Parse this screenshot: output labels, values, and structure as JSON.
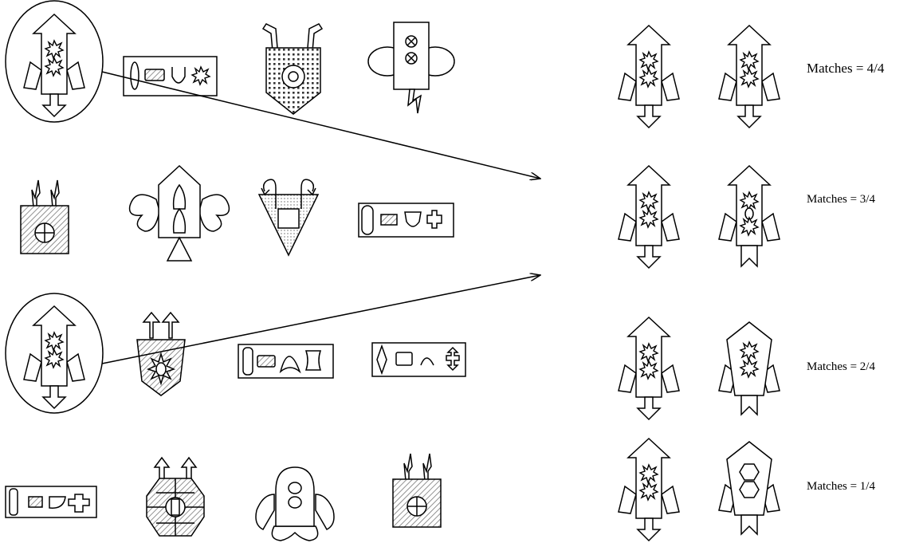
{
  "comparisons": [
    {
      "label": "Matches = 4/4"
    },
    {
      "label": "Matches = 3/4"
    },
    {
      "label": "Matches = 2/4"
    },
    {
      "label": "Matches = 1/4"
    }
  ],
  "colors": {
    "stroke": "#000000",
    "background": "#ffffff",
    "texture": "#888888"
  },
  "icons": {
    "source_grid": [
      [
        "rocket-star-body-icon",
        "panel-oval-square-cup-star-icon",
        "shield-speckled-target-icon",
        "box-two-circles-wings-bolt-icon"
      ],
      [
        "box-hatched-bolts-circle-icon",
        "rocket-wings-triangle-icon",
        "triangle-hooks-speckled-icon",
        "panel-oval-square-shield-cross-icon"
      ],
      [
        "rocket-star-body-icon",
        "pentagon-sun-arrows-icon",
        "panel-oval-square-arch-gear-icon",
        "panel-diamond-square-arch-arrow-icon"
      ],
      [
        "panel-rect-square-bowl-cross-icon",
        "hexagon-grid-arrows-icon",
        "ghost-two-circles-wings-icon",
        "box-hatched-bolts-circle-icon"
      ]
    ]
  }
}
